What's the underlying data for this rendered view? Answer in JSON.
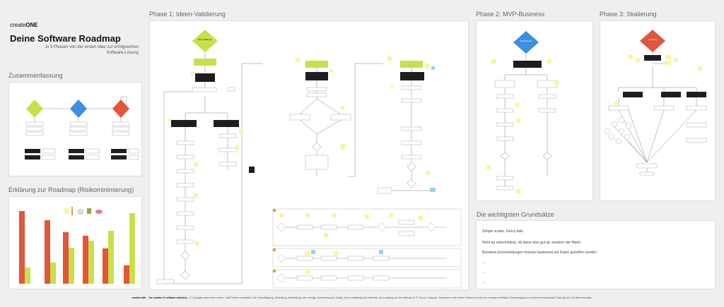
{
  "header": {
    "brand_prefix": "create",
    "brand_suffix": "ONE",
    "title": "Deine Software Roadmap",
    "subtitle": "In 3 Phasen von der ersten Idee zur erfolgreichen Software-Lösung"
  },
  "sections": {
    "summary": "Zusammenfassung",
    "explanation": "Erklärung zur Roadmap (Risikominimierung)",
    "phase1": "Phase 1: Ideen-Validierung",
    "phase2": "Phase 2: MVP-Business",
    "phase3": "Phase 3: Skalierung",
    "principles": "Die wichtigsten Grundsätze"
  },
  "principles": [
    "Simple scales. Fancy fails",
    "Nicht du entscheidest, ob deine Idee gut ist, sondern der Markt",
    "Business-Entscheidungen müssen basierend auf Daten getroffen werden",
    "...",
    "...",
    "..."
  ],
  "diagram_labels": {
    "phase1_start": "Ideen-Validierung",
    "phase2_start": "MVP-Business",
    "phase3_start": "Skalierung"
  },
  "colors": {
    "diamond_green": "#c8e04a",
    "diamond_blue": "#3d8fe0",
    "diamond_red": "#e2553a",
    "bar_red": "#e2553a",
    "bar_green": "#c8e04a",
    "sticky_yellow": "#fbf59a",
    "dark_box": "#1e1e1e"
  },
  "footer": {
    "prefix": "created with",
    "brand": "for number #1 software solutions",
    "text": "– © Copyright www.create.one/de – Alle Rechte vorbehalten. Die Vervielfältigung, Verbreitung, Bearbeitung oder sonstige Verarbeitung des Inhalts, sei es vollständig oder teilweise, ist unzulässig und der Methode (z. B. Druck, Fotokopie, Einscannen oder andere Verfahren) ohne die vorherige schriftliche Genehmigung des Urhebers nicht gestattet. Dies gilt auch für Übersetzungen."
  }
}
